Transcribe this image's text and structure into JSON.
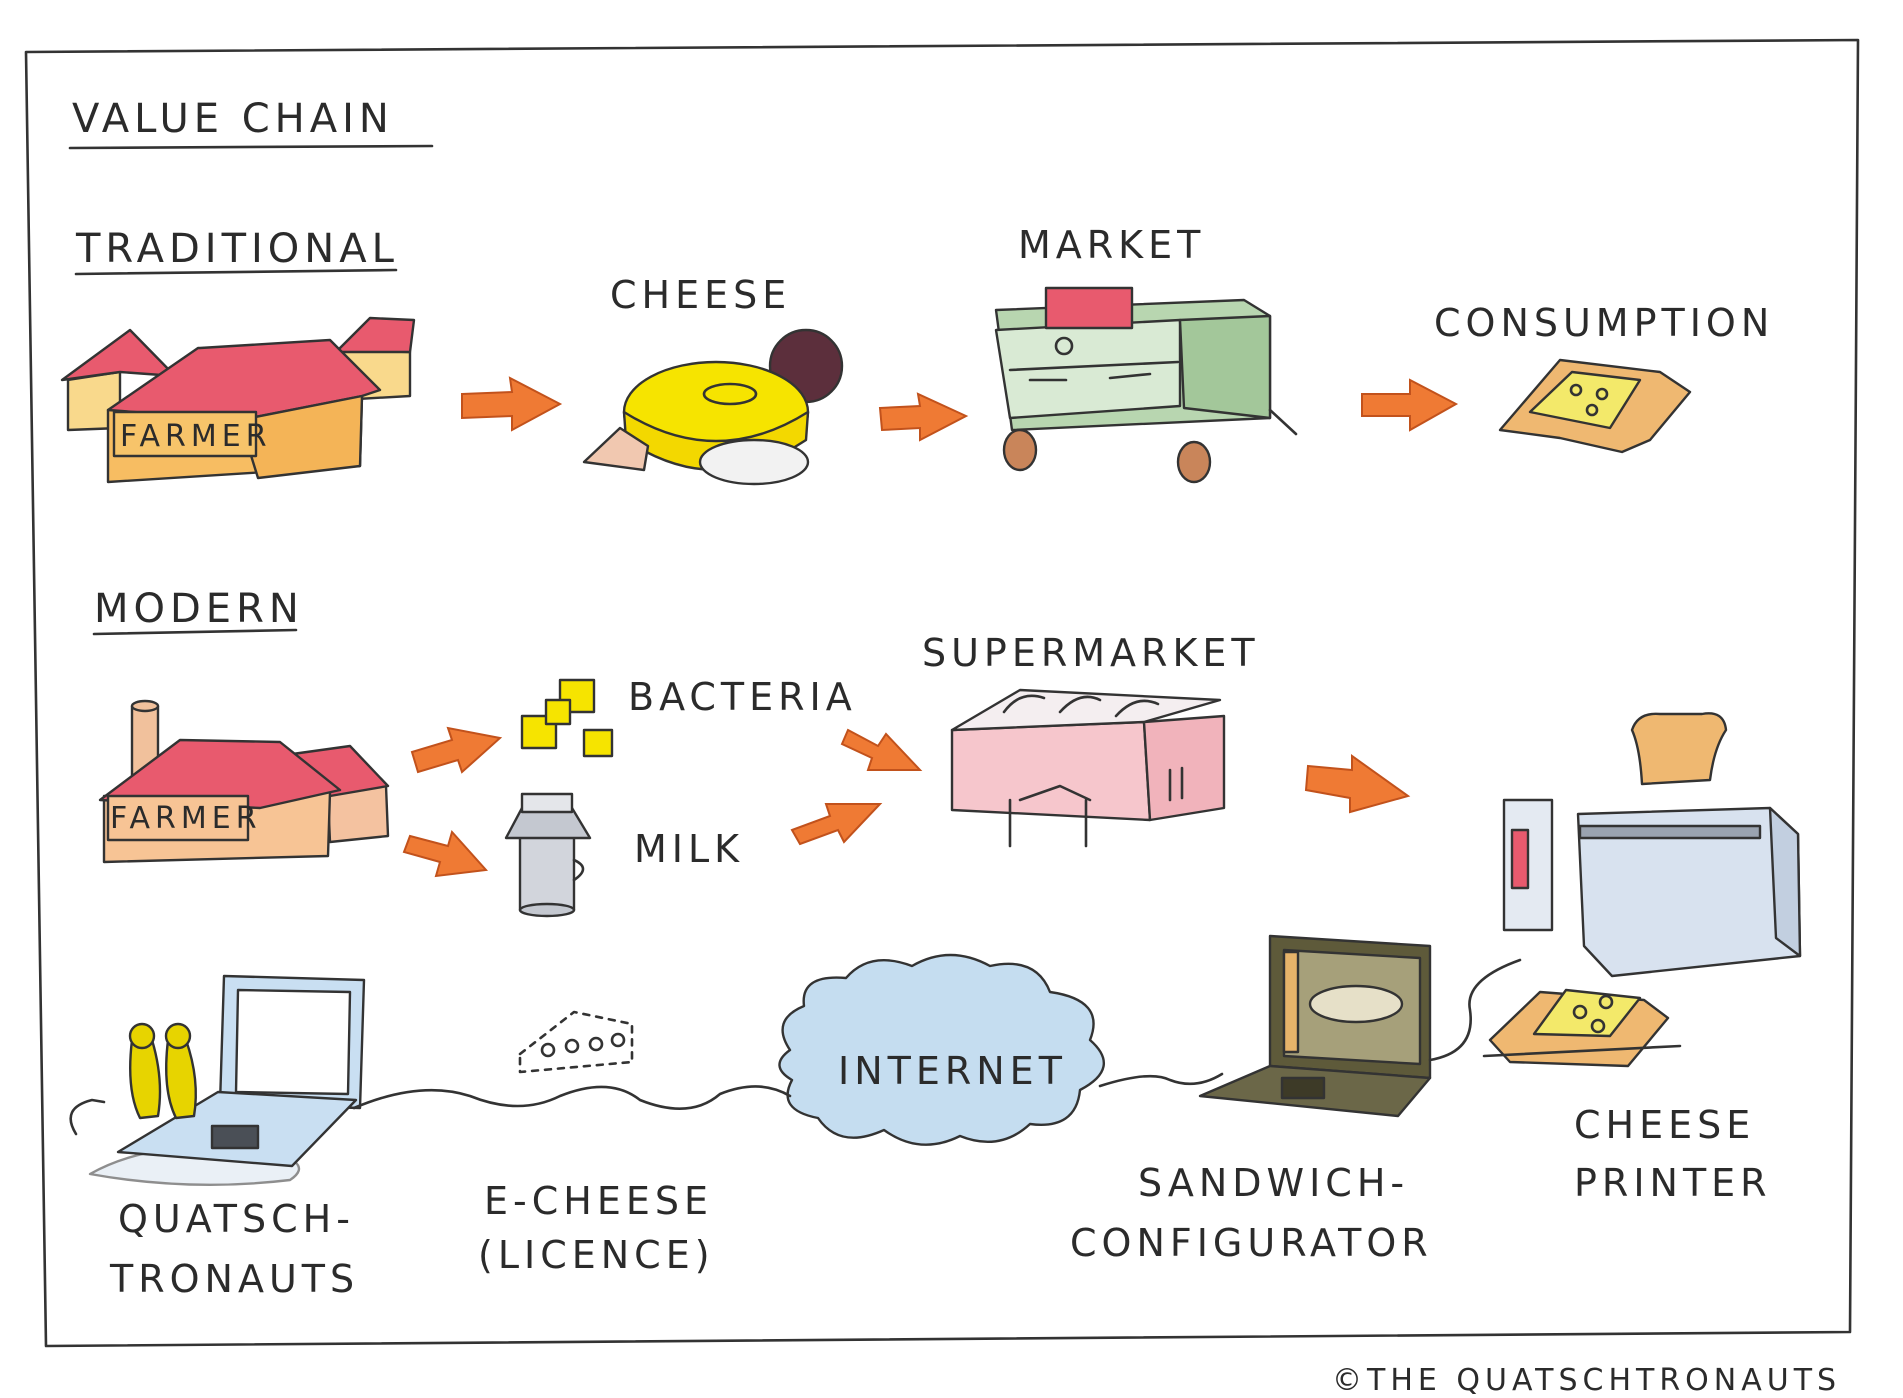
{
  "title": "VALUE CHAIN",
  "traditional": {
    "heading": "TRADITIONAL",
    "farmer_sign": "FARMER",
    "cheese": "CHEESE",
    "market": "MARKET",
    "consumption": "CONSUMPTION"
  },
  "modern": {
    "heading": "MODERN",
    "farmer_sign": "FARMER",
    "bacteria": "BACTERIA",
    "milk": "MILK",
    "supermarket": "SUPERMARKET"
  },
  "digital": {
    "quatsch_1": "QUATSCH-",
    "quatsch_2": "TRONAUTS",
    "echeese_1": "E-CHEESE",
    "echeese_2": "(LICENCE)",
    "internet": "INTERNET",
    "sandwich_1": "SANDWICH-",
    "sandwich_2": "CONFIGURATOR",
    "printer_1": "CHEESE",
    "printer_2": "PRINTER"
  },
  "copyright": "©THE QUATSCHTRONAUTS",
  "colors": {
    "arrow": "#ef7a34",
    "roof": "#e85a6e",
    "wall": "#f7bd62",
    "cheese": "#f6e400",
    "market_green": "#b8d6b0",
    "cloud": "#c5ddf0",
    "laptop_blue": "#c9dff2",
    "toast": "#efb871"
  }
}
